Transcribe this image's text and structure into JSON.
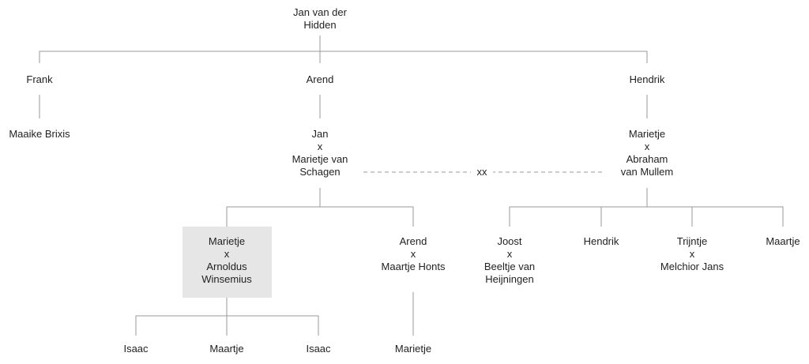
{
  "nodes": {
    "root": [
      "Jan van der",
      "Hidden"
    ],
    "frank": [
      "Frank"
    ],
    "arend1": [
      "Arend"
    ],
    "hendrik1": [
      "Hendrik"
    ],
    "maaike": [
      "Maaike Brixis"
    ],
    "jan_couple": [
      "Jan",
      "x",
      "Marietje van",
      "Schagen"
    ],
    "marietje_couple": [
      "Marietje",
      "x",
      "Abraham",
      "van Mullem"
    ],
    "marietje_arnoldus": [
      "Marietje",
      "x",
      "Arnoldus",
      "Winsemius"
    ],
    "arend_couple": [
      "Arend",
      "x",
      "Maartje Honts"
    ],
    "joost_couple": [
      "Joost",
      "x",
      "Beeltje van",
      "Heijningen"
    ],
    "hendrik2": [
      "Hendrik"
    ],
    "trijntje_couple": [
      "Trijntje",
      "x",
      "Melchior Jans"
    ],
    "maartje1": [
      "Maartje"
    ],
    "isaac1": [
      "Isaac"
    ],
    "maartje2": [
      "Maartje"
    ],
    "isaac2": [
      "Isaac"
    ],
    "marietje3": [
      "Marietje"
    ]
  },
  "marriage_link": "xx"
}
